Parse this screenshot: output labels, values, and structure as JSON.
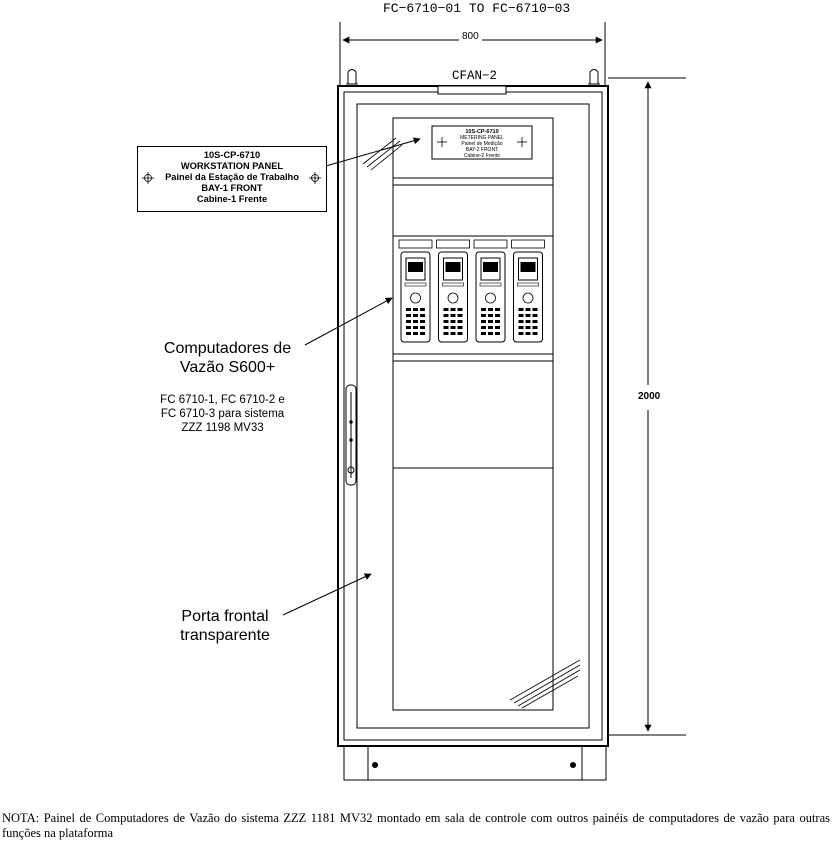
{
  "dimensions": {
    "top_range": "FC−6710−01 TO FC−6710−03",
    "width": "800",
    "height": "2000",
    "fan_tag": "CFAN−2"
  },
  "nameplate": {
    "tag": "10S-CP-6710",
    "title_en": "WORKSTATION PANEL",
    "title_pt": "Painel da Estação de Trabalho",
    "bay_en": "BAY-1  FRONT",
    "bay_pt": "Cabine-1 Frente"
  },
  "small_plate": {
    "lines": [
      "10S-CP-6710",
      "METERING PANEL",
      "Painel de Medição",
      "BAY-2 FRONT",
      "Cabine-2 Frente"
    ]
  },
  "callouts": {
    "computers_title": "Computadores de\nVazão S600+",
    "computers_detail": "FC 6710-1, FC 6710-2 e\nFC 6710-3 para sistema\nZZZ 1198 MV33",
    "door": "Porta frontal\ntransparente"
  },
  "flow_computer_count": 4,
  "note": "NOTA: Painel de Computadores de Vazão do sistema ZZZ 1181 MV32 montado em sala de controle com outros painéis de computadores de vazão para outras funções na plataforma"
}
